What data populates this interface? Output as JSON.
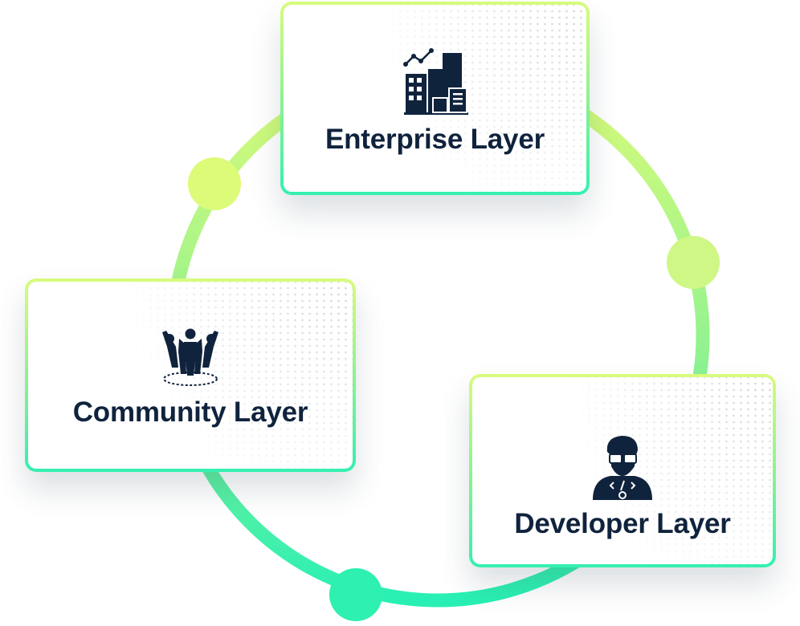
{
  "diagram": {
    "colors": {
      "ring_top": "#dcfb78",
      "ring_bottom": "#28f0b4",
      "card_border_top": "#d8fb7d",
      "card_border_bottom": "#34f0b0",
      "label": "#10233d",
      "icon": "#10233d"
    },
    "layers": [
      {
        "id": "enterprise",
        "label": "Enterprise Layer",
        "icon": "enterprise-buildings-icon"
      },
      {
        "id": "community",
        "label": "Community Layer",
        "icon": "community-group-icon"
      },
      {
        "id": "developer",
        "label": "Developer Layer",
        "icon": "developer-coder-icon"
      }
    ]
  }
}
